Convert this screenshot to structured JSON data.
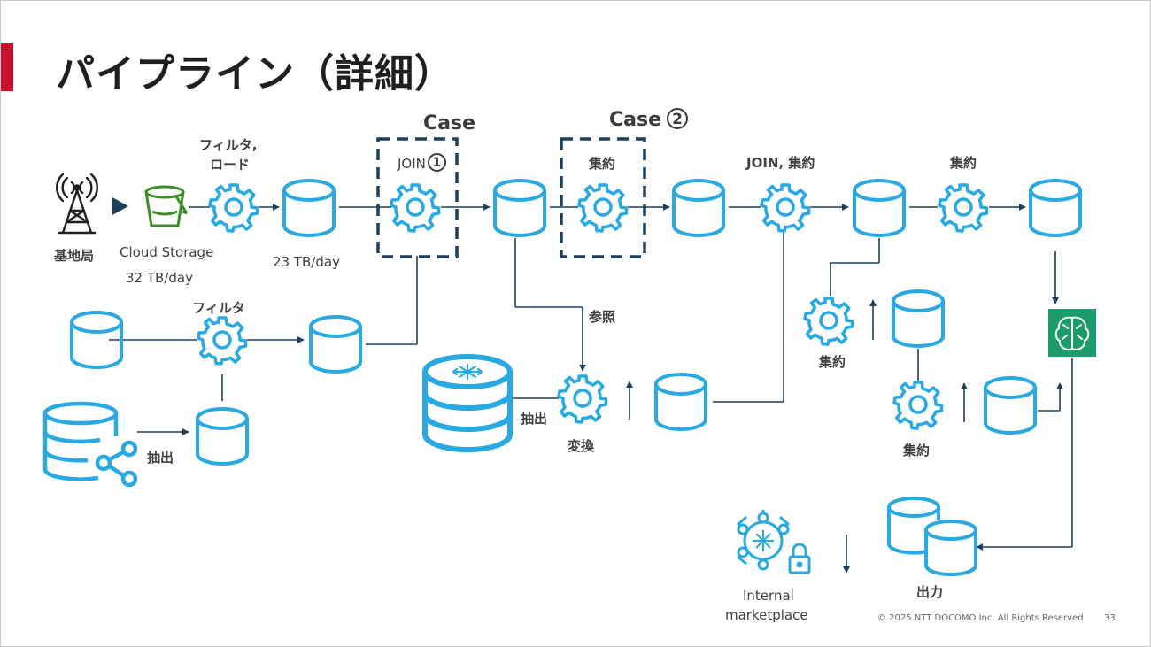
{
  "slide": {
    "title": "パイプライン（詳細）",
    "footer": "© 2025 NTT DOCOMO Inc. All Rights Reserved",
    "page_number": "33"
  },
  "labels": {
    "base_station": "基地局",
    "cloud_storage": "Cloud Storage",
    "cloud_storage_rate": "32 TB/day",
    "filter_load_line1": "フィルタ,",
    "filter_load_line2": "ロード",
    "db_rate": "23 TB/day",
    "case1": "Case",
    "case1_num": "1",
    "case2": "Case",
    "case2_num": "2",
    "join": "JOIN",
    "aggregate_top": "集約",
    "join_aggregate": "JOIN, 集約",
    "aggregate_top_right": "集約",
    "filter_lower": "フィルタ",
    "extract_left": "抽出",
    "reference": "参照",
    "extract_mid": "抽出",
    "transform": "変換",
    "aggregate_mid": "集約",
    "aggregate_lower": "集約",
    "internal_marketplace_line1": "Internal",
    "internal_marketplace_line2": "marketplace",
    "output": "出力"
  },
  "colors": {
    "icon_blue": "#29a9e1",
    "connector": "#1d3f5e",
    "accent_red": "#c8102e",
    "bucket_green": "#3c8d27",
    "ml_green": "#1a9c6c"
  }
}
